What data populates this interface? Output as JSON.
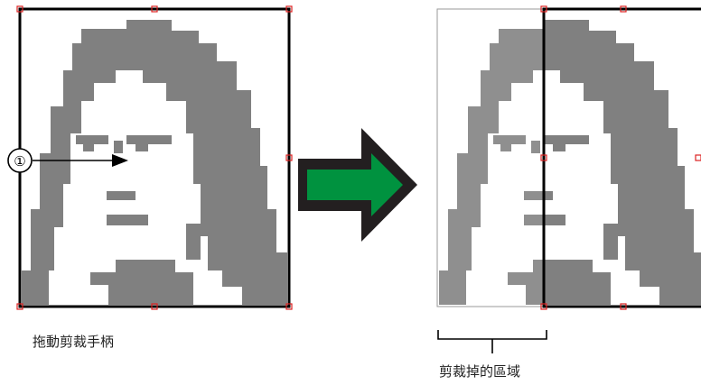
{
  "labels": {
    "drag_handle": "拖動剪裁手柄",
    "cropped_region": "剪裁掉的區域"
  },
  "callout_number": "①",
  "icons": {
    "arrow_big": "right-arrow-icon",
    "handle": "crop-handle-icon"
  },
  "colors": {
    "portrait_gray": "#808080",
    "frame": "#000000",
    "handle_red": "#dd2222",
    "arrow_fill": "#00923f",
    "arrow_outline": "#231f20",
    "ghost_frame": "#9a9a9a"
  }
}
